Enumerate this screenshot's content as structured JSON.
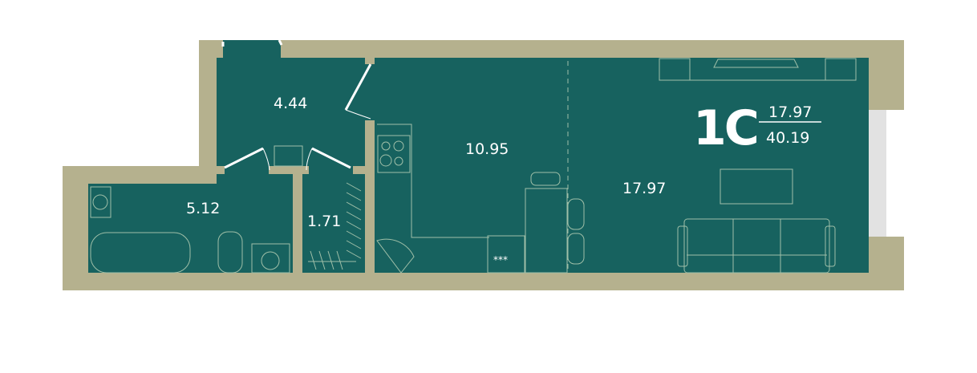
{
  "plan": {
    "type_label": "1С",
    "living_area": "17.97",
    "total_area": "40.19",
    "rooms": [
      {
        "name": "hall",
        "area": "4.44"
      },
      {
        "name": "bathroom",
        "area": "5.12"
      },
      {
        "name": "closet",
        "area": "1.71"
      },
      {
        "name": "kitchen",
        "area": "10.95"
      },
      {
        "name": "living",
        "area": "17.97"
      }
    ],
    "stove_marks": "***"
  },
  "colors": {
    "wall": "#b5b18e",
    "floor": "#17625f",
    "window": "#e2e2e2"
  }
}
